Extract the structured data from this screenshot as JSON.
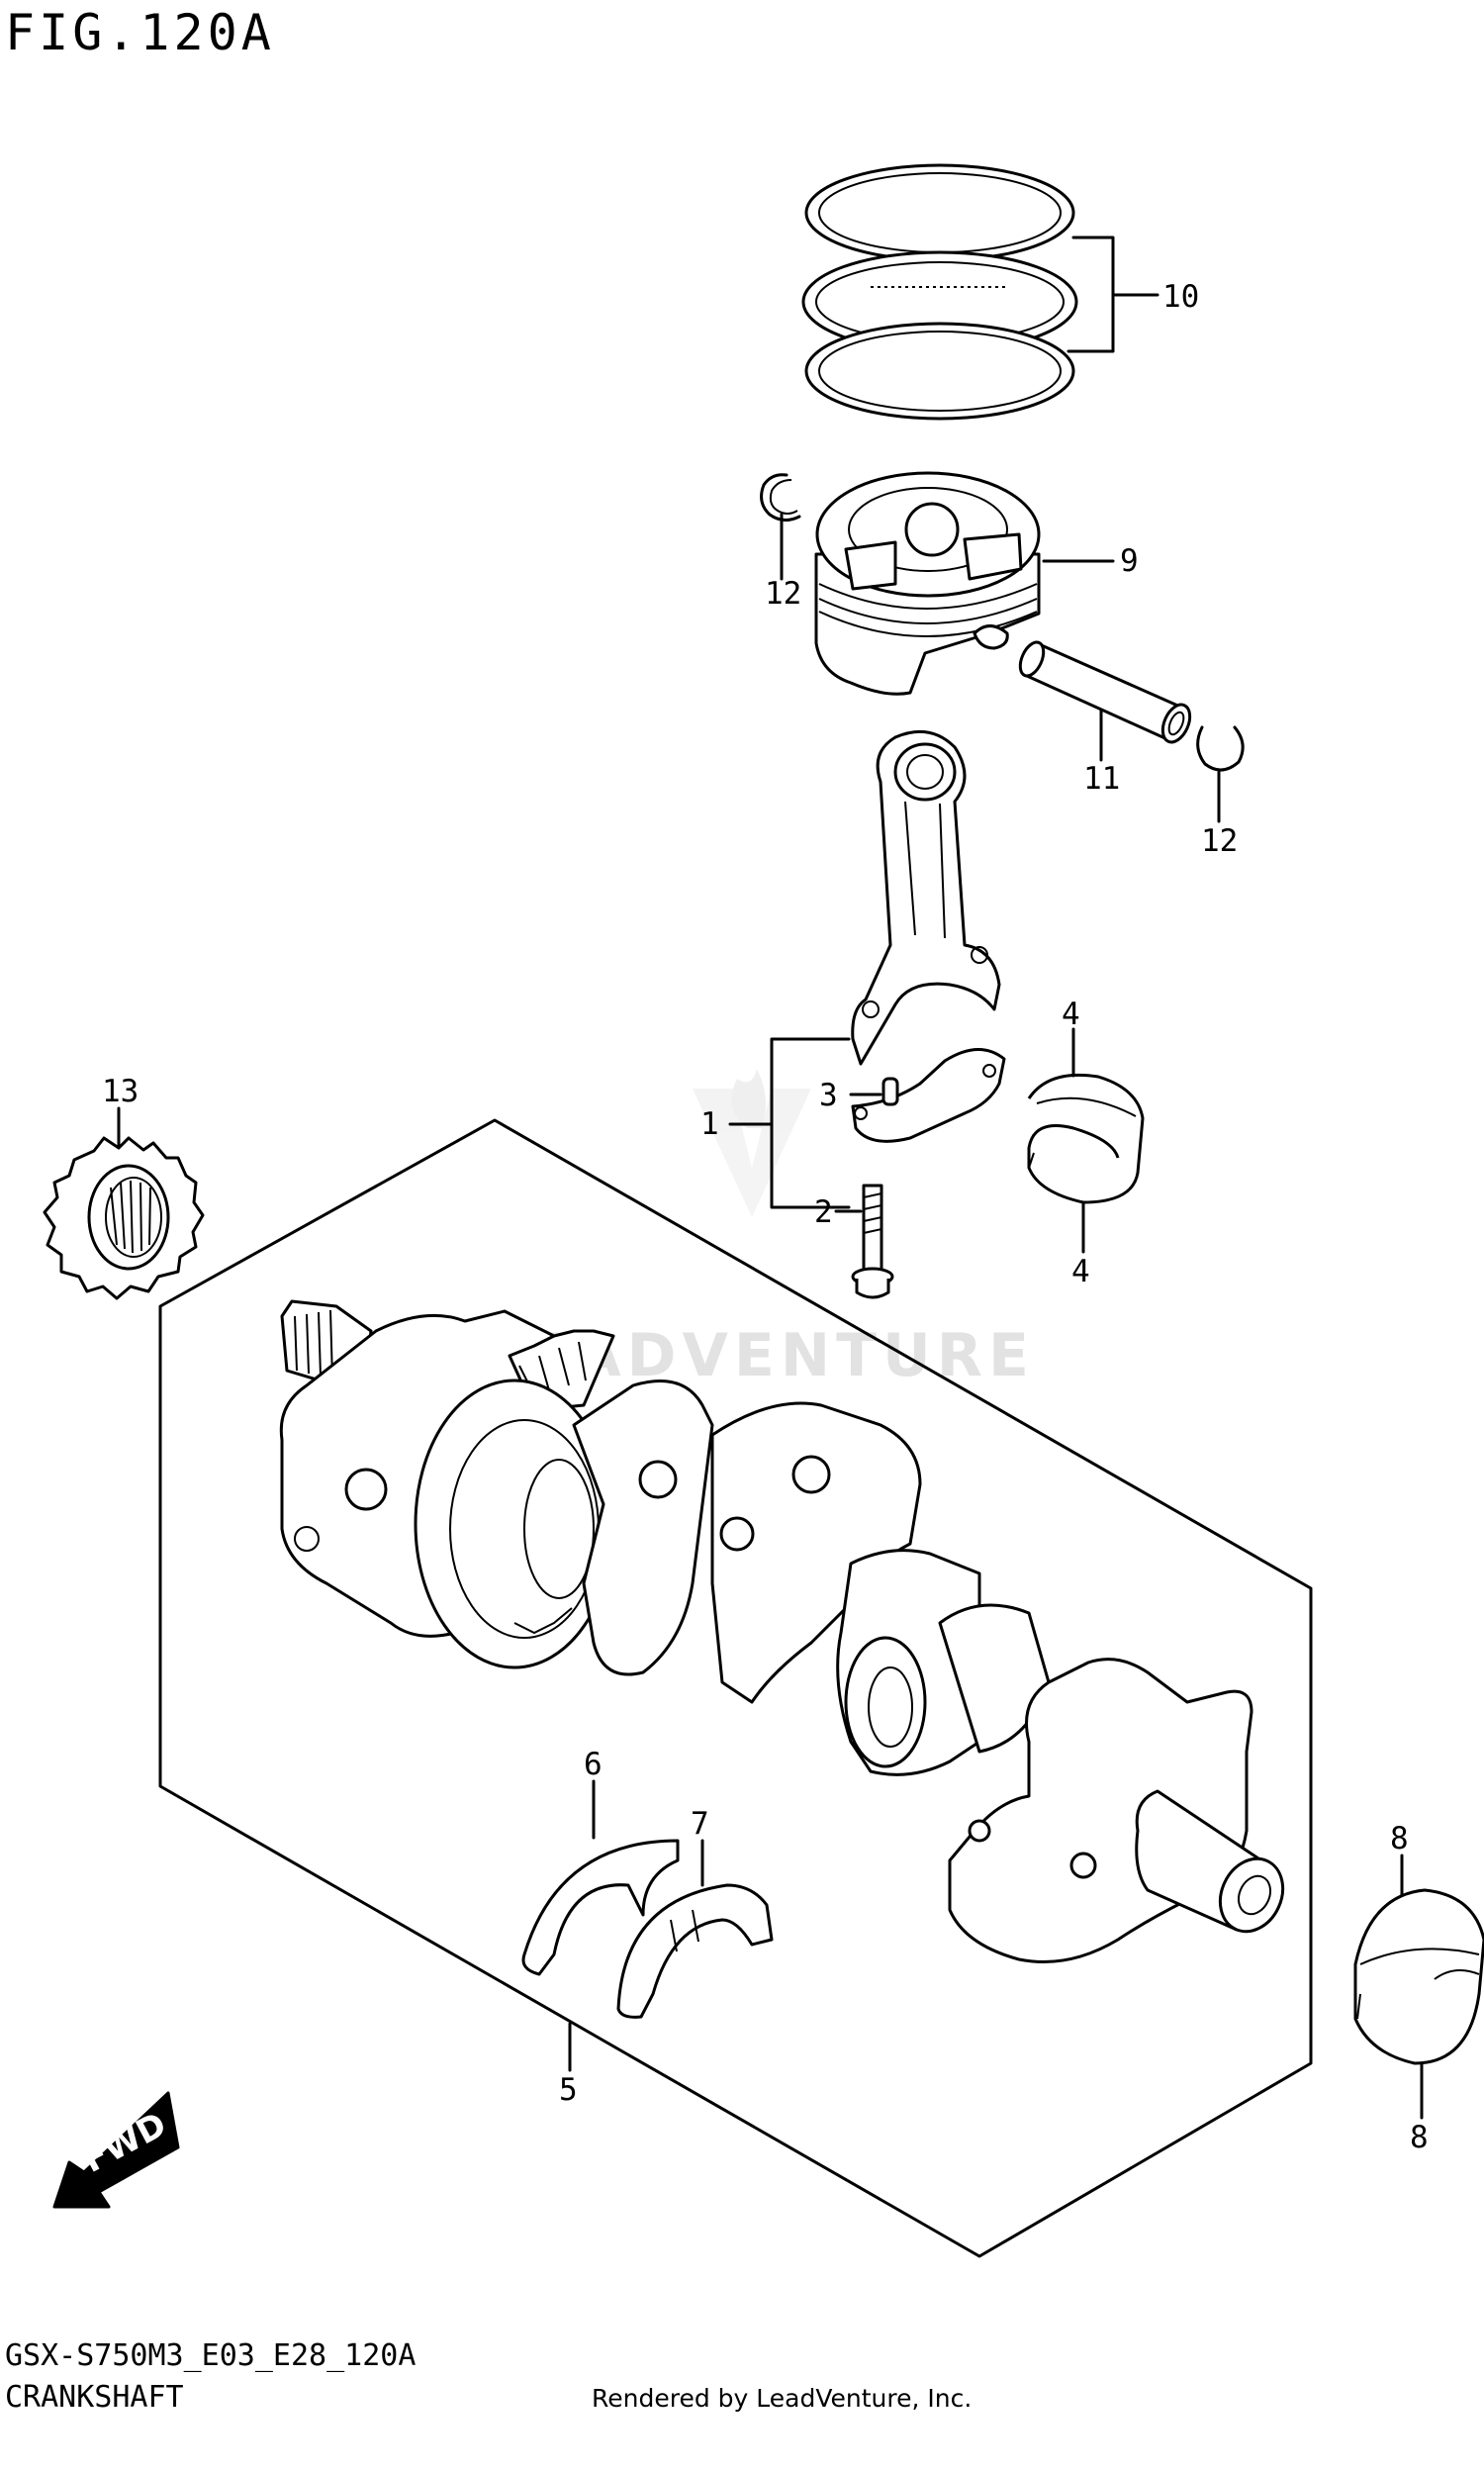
{
  "figure": {
    "title": "FIG.120A",
    "model_code": "GSX-S750M3_E03_E28_120A",
    "section": "CRANKSHAFT",
    "rendered_by": "Rendered by LeadVenture, Inc.",
    "watermark": "LEADVENTURE"
  },
  "callouts": [
    "1",
    "2",
    "3",
    "4",
    "4",
    "5",
    "6",
    "7",
    "8",
    "8",
    "9",
    "10",
    "11",
    "12",
    "12",
    "13"
  ],
  "fwd_label": "FWD",
  "parts": {
    "piston_rings": "piston-rings",
    "piston": "piston",
    "piston_pin": "piston-pin",
    "circlip": "circlip",
    "connecting_rod": "connecting-rod",
    "rod_bolt": "rod-bolt",
    "rod_bearing": "rod-bearing",
    "crankshaft": "crankshaft",
    "thrust_bearing": "thrust-bearing",
    "journal_bearing": "journal-bearing",
    "primary_gear": "primary-drive-gear"
  }
}
